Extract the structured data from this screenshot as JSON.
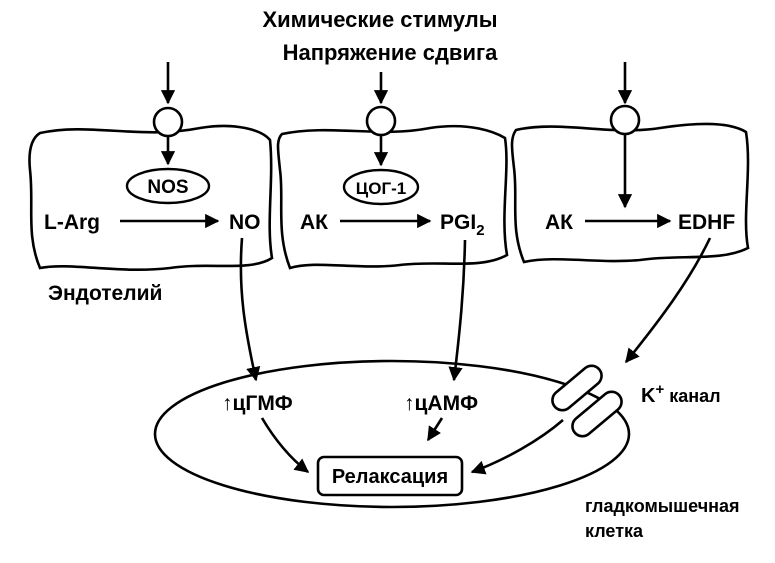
{
  "title": {
    "line1": "Химические стимулы",
    "line2": "Напряжение сдвига"
  },
  "cells": [
    {
      "enzyme": "NOS",
      "substrate": "L-Arg",
      "product": "NO"
    },
    {
      "enzyme": "ЦОГ-1",
      "substrate": "АК",
      "product_base": "PGI",
      "product_sub": "2"
    },
    {
      "substrate": "АК",
      "product": "EDHF"
    }
  ],
  "endothelium_label": "Эндотелий",
  "smooth_muscle": {
    "cgmp": "↑цГМФ",
    "camp": "↑цАМФ",
    "relaxation": "Релаксация",
    "k_channel_base": "K",
    "k_channel_sup": "+",
    "k_channel_rest": " канал",
    "cell_label_line1": "гладкомышечная",
    "cell_label_line2": "клетка"
  },
  "colors": {
    "ink": "#000000",
    "background": "#ffffff"
  }
}
